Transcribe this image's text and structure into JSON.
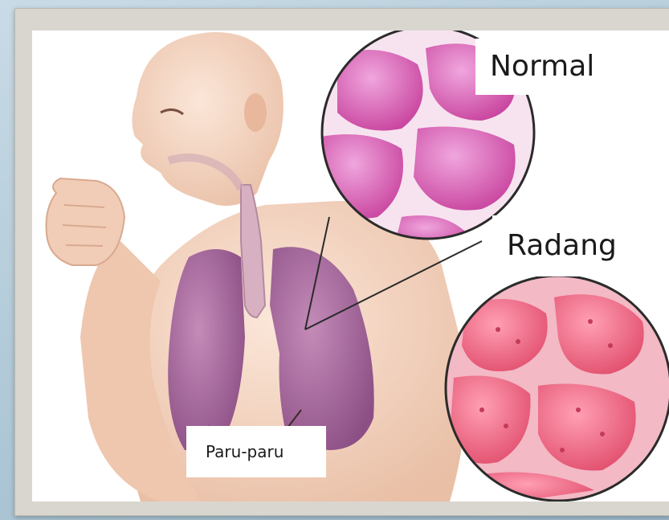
{
  "labels": {
    "normal": "Normal",
    "inflamed": "Radang",
    "lungs": "Paru-paru"
  },
  "colors": {
    "skin": "#f3d3bf",
    "lung": "#a9679c",
    "alveoli_normal": "#d764b4",
    "alveoli_inflamed": "#f2748e"
  }
}
